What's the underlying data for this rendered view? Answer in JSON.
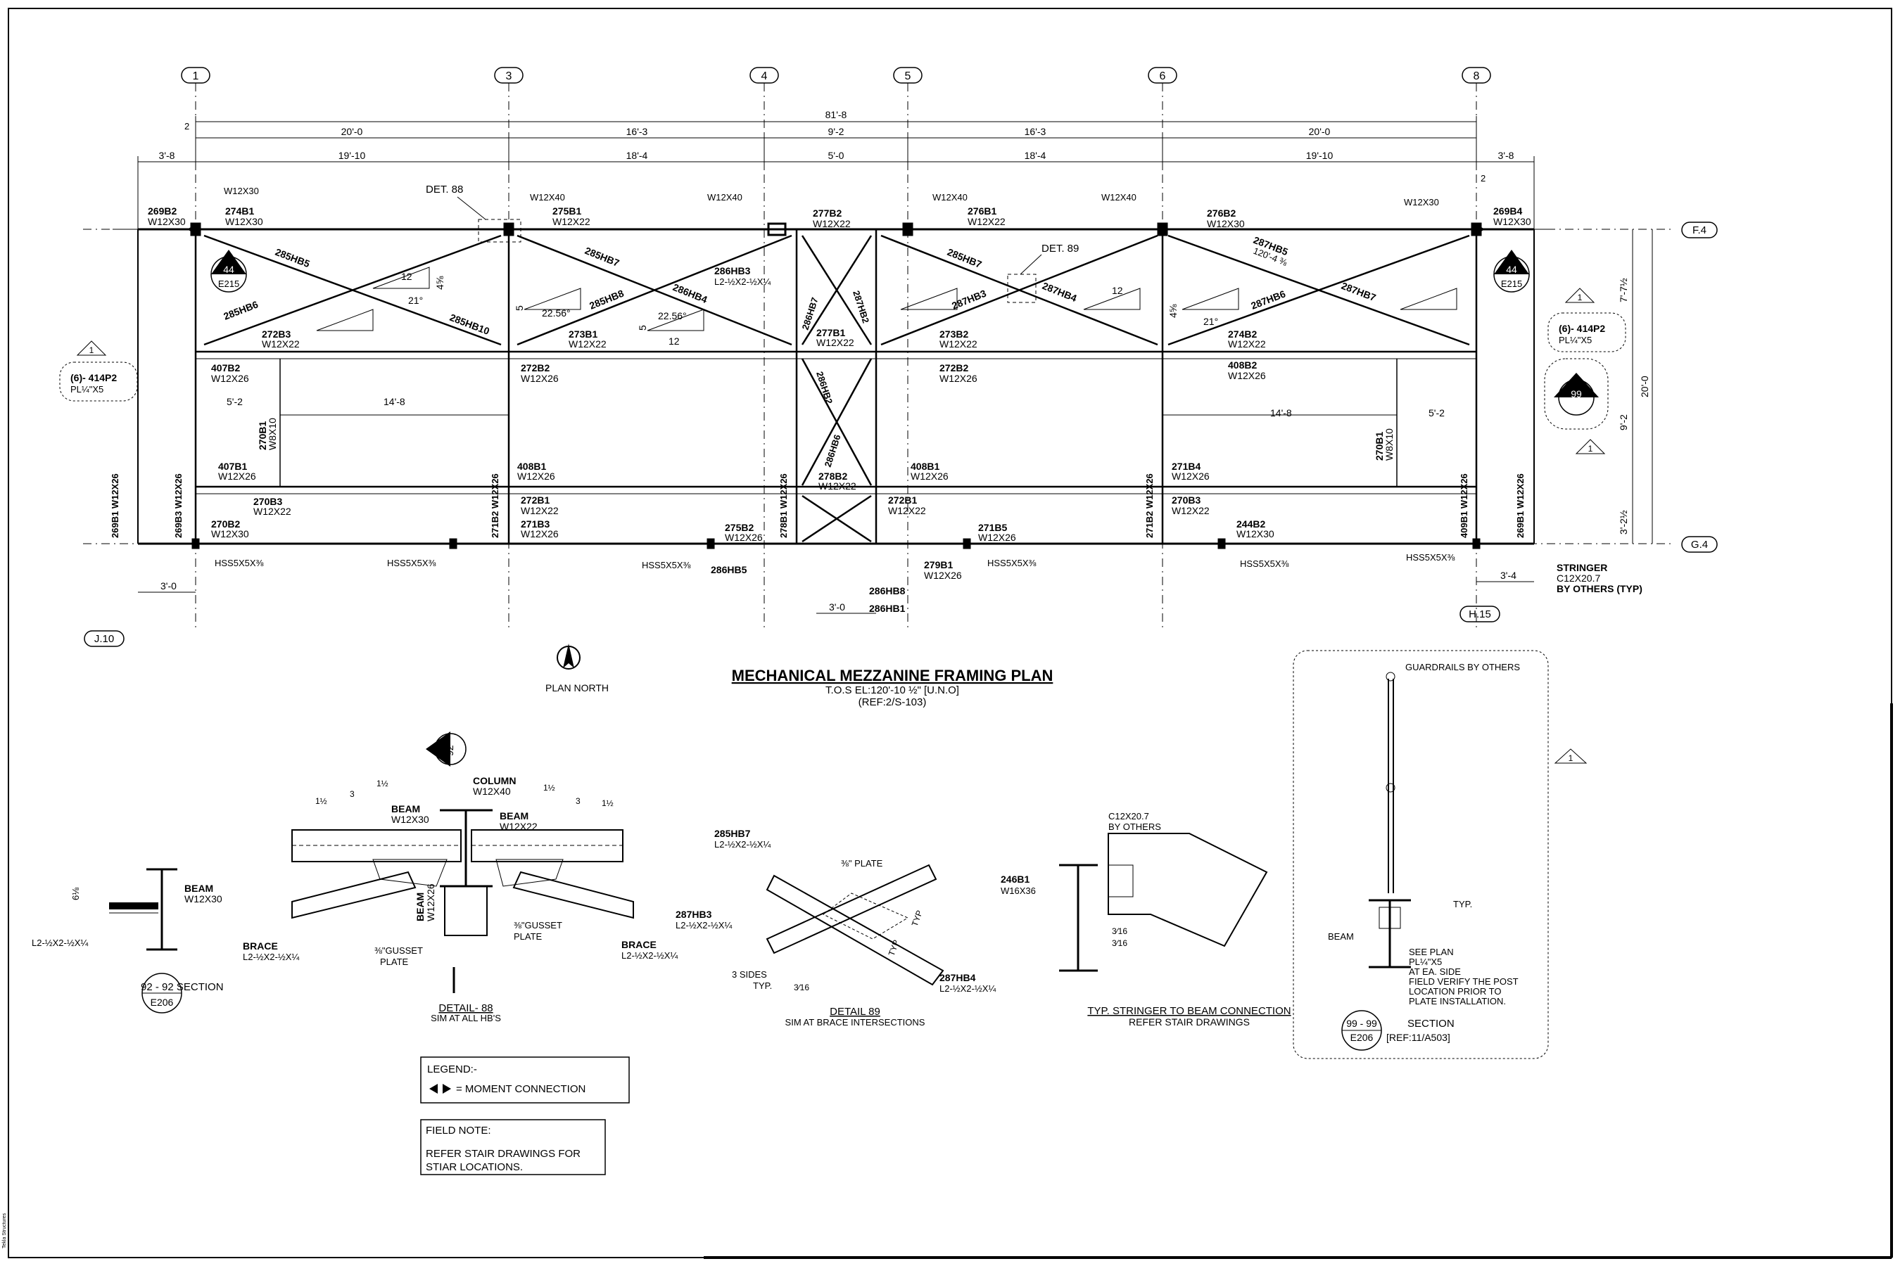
{
  "grid_top": [
    "1",
    "3",
    "4",
    "5",
    "6",
    "8"
  ],
  "grid_side": [
    "F.4",
    "G.4",
    "J.10",
    "H.15"
  ],
  "dims": {
    "overall": "81'-8",
    "bays": [
      "20'-0",
      "16'-3",
      "9'-2",
      "16'-3",
      "20'-0"
    ],
    "sub": [
      "3'-8",
      "19'-10",
      "18'-4",
      "5'-0",
      "18'-4",
      "19'-10",
      "3'-8"
    ],
    "right": [
      "7'-7½",
      "20'-0",
      "9'-2",
      "3'-2½"
    ],
    "misc": [
      "5'-2",
      "14'-8",
      "14'-8",
      "5'-2",
      "3'-0",
      "3'-0",
      "3'-4",
      "2",
      "2"
    ]
  },
  "top_beams": [
    {
      "mark": "269B2",
      "size": "W12X30"
    },
    {
      "mark": "274B1",
      "size": "W12X30"
    },
    {
      "mark": "275B1",
      "size": "W12X22"
    },
    {
      "mark": "277B2",
      "size": "W12X22"
    },
    {
      "mark": "276B1",
      "size": "W12X22"
    },
    {
      "mark": "276B2",
      "size": "W12X30"
    },
    {
      "mark": "269B4",
      "size": "W12X30"
    }
  ],
  "columns": [
    "W12X30",
    "W12X40",
    "W12X40",
    "W12X40",
    "W12X40",
    "W12X30"
  ],
  "braces": [
    "285HB5",
    "285HB6",
    "285HB10",
    "285HB7",
    "285HB8",
    "286HB4",
    "286HB3",
    "L2-½X2-½X¼",
    "286HB7",
    "287HB2",
    "285HB7",
    "287HB3",
    "287HB4",
    "287HB5",
    "120'-4 ⅜",
    "287HB6",
    "287HB7",
    "286HB6",
    "286HB2",
    "286HB5",
    "286HB8",
    "286HB1"
  ],
  "mid_beams": [
    {
      "mark": "272B3",
      "size": "W12X22"
    },
    {
      "mark": "273B1",
      "size": "W12X22"
    },
    {
      "mark": "277B1",
      "size": "W12X22"
    },
    {
      "mark": "273B2",
      "size": "W12X22"
    },
    {
      "mark": "274B2",
      "size": "W12X22"
    },
    {
      "mark": "407B2",
      "size": "W12X26"
    },
    {
      "mark": "272B2",
      "size": "W12X26"
    },
    {
      "mark": "272B2",
      "size": "W12X26"
    },
    {
      "mark": "408B2",
      "size": "W12X26"
    },
    {
      "mark": "270B1",
      "size": "W8X10"
    },
    {
      "mark": "270B1",
      "size": "W8X10"
    },
    {
      "mark": "407B1",
      "size": "W12X26"
    },
    {
      "mark": "408B1",
      "size": "W12X26"
    },
    {
      "mark": "278B2",
      "size": "W12X22"
    },
    {
      "mark": "408B1",
      "size": "W12X26"
    },
    {
      "mark": "271B4",
      "size": "W12X26"
    }
  ],
  "bot_beams": [
    {
      "mark": "270B3",
      "size": "W12X22"
    },
    {
      "mark": "270B2",
      "size": "W12X30"
    },
    {
      "mark": "272B1",
      "size": "W12X22"
    },
    {
      "mark": "271B3",
      "size": "W12X26"
    },
    {
      "mark": "275B2",
      "size": "W12X26"
    },
    {
      "mark": "272B1",
      "size": "W12X22"
    },
    {
      "mark": "271B5",
      "size": "W12X26"
    },
    {
      "mark": "270B3",
      "size": "W12X22"
    },
    {
      "mark": "244B2",
      "size": "W12X30"
    },
    {
      "mark": "279B1",
      "size": "W12X26"
    }
  ],
  "vert_labels": [
    "269B1 W12X26",
    "269B3 W12X26",
    "271B2 W12X26",
    "278B1 W12X26",
    "271B2 W12X26",
    "409B1 W12X26",
    "269B1 W12X26"
  ],
  "hss": "HSS5X5X⅜",
  "plates": {
    "left": "(6)- 414P2",
    "right": "(6)- 414P2",
    "pl": "PL¼\"X5"
  },
  "sections": {
    "s44": "44",
    "e215": "E215",
    "s99": "99",
    "rev": "1",
    "det88": "DET. 88",
    "det89": "DET. 89"
  },
  "angles": [
    "12",
    "4⅝",
    "21°",
    "5",
    "22.56°",
    "12",
    "5",
    "22.56°",
    "12",
    "4⅝",
    "21°"
  ],
  "stringer": {
    "title": "STRINGER",
    "size": "C12X20.7",
    "by": "BY OTHERS (TYP)"
  },
  "title": {
    "main": "MECHANICAL MEZZANINE FRAMING PLAN",
    "tos": "T.O.S EL:120'-10 ½\" [U.N.O]",
    "ref": "(REF:2/S-103)",
    "north": "PLAN NORTH"
  },
  "sec92": {
    "beam": "BEAM",
    "size": "W12X30",
    "angle": "L2-½X2-½X¼",
    "dim": "6⅛",
    "title": "92 - 92  SECTION",
    "sheet": "E206",
    "num": "92"
  },
  "det88": {
    "column": "COLUMN",
    "col_size": "W12X40",
    "beam_l": "BEAM",
    "beam_l_size": "W12X30",
    "beam_r": "BEAM",
    "beam_r_size": "W12X22",
    "beam_c": "BEAM",
    "beam_c_size": "W12X26",
    "brace_l": "BRACE",
    "brace_l_size": "L2-½X2-½X¼",
    "brace_r": "BRACE",
    "brace_r_size": "L2-½X2-½X¼",
    "gusset": "⅜\"GUSSET",
    "plate": "PLATE",
    "dims": [
      "1½",
      "3",
      "1½",
      "1½",
      "3",
      "1½"
    ],
    "title": "DETAIL- 88",
    "sub": "SIM AT ALL HB'S"
  },
  "det89": {
    "b1": "285HB7",
    "b1s": "L2-½X2-½X¼",
    "b2": "287HB3",
    "b2s": "L2-½X2-½X¼",
    "b3": "287HB4",
    "b3s": "L2-½X2-½X¼",
    "plate": "⅜\" PLATE",
    "typ": "TYP",
    "sides": "3 SIDES",
    "typ2": "TYP.",
    "weld": "3⁄16",
    "title": "DETAIL 89",
    "sub": "SIM AT BRACE INTERSECTIONS"
  },
  "stringer_conn": {
    "ch": "C12X20.7",
    "by": "BY OTHERS",
    "beam": "246B1",
    "size": "W16X36",
    "weld": "3⁄16",
    "title": "TYP. STRINGER TO BEAM CONNECTION",
    "sub": "REFER STAIR DRAWINGS"
  },
  "sec99": {
    "guard": "GUARDRAILS BY OTHERS",
    "typ": "TYP.",
    "beam": "BEAM",
    "note": [
      "SEE PLAN",
      "PL¼\"X5",
      "AT EA. SIDE",
      "FIELD VERIFY THE POST",
      "LOCATION PRIOR TO",
      "PLATE INSTALLATION."
    ],
    "title": "SECTION",
    "num": "99 - 99",
    "sheet": "E206",
    "ref": "[REF:11/A503]"
  },
  "legend": {
    "title": "LEGEND:-",
    "moment": "= MOMENT CONNECTION"
  },
  "field": {
    "title": "FIELD NOTE:",
    "l1": "REFER STAIR DRAWINGS FOR",
    "l2": "STIAR LOCATIONS."
  },
  "side_tag": "Tekla Structures"
}
